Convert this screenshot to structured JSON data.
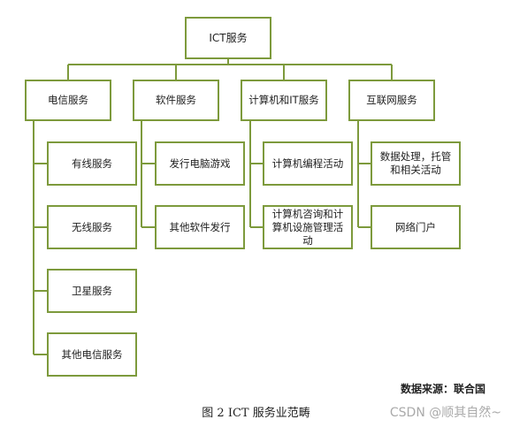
{
  "root": "ICT服务",
  "branches": [
    {
      "label": "电信服务",
      "children": [
        "有线服务",
        "无线服务",
        "卫星服务",
        "其他电信服务"
      ]
    },
    {
      "label": "软件服务",
      "children": [
        "发行电脑游戏",
        "其他软件发行"
      ]
    },
    {
      "label": "计算机和IT服务",
      "children": [
        "计算机编程活动",
        "计算机咨询和计算机设施管理活动"
      ]
    },
    {
      "label": "互联网服务",
      "children": [
        "数据处理，托管和相关活动",
        "网络门户"
      ]
    }
  ],
  "source": "数据来源：联合国",
  "caption": "图 2 ICT 服务业范畴",
  "watermark": "CSDN @顺其自然~"
}
